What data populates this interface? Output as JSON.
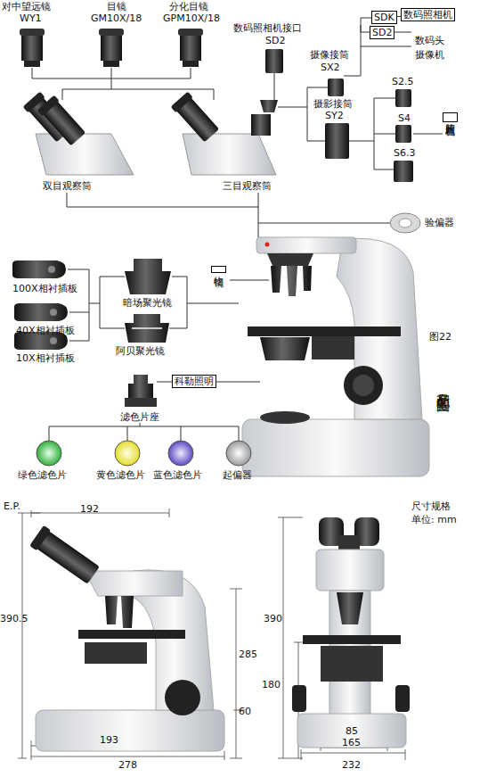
{
  "diagram": {
    "nodes": [
      {
        "text": [
          "SDK"
        ]
      },
      {
        "text": [
          "数码照相机"
        ]
      },
      {
        "text": [
          "SD2"
        ]
      },
      {
        "text": [
          "胶片照相机"
        ]
      },
      {
        "text": [
          "物镜"
        ]
      },
      {
        "text": [
          "科勒照明"
        ]
      }
    ],
    "edges": [
      {
        "from": 0,
        "to": 1,
        "arrow": "none"
      }
    ],
    "labels": [
      "对中望远镜",
      "WY1",
      "目镜",
      "GM10X/18",
      "分化目镜",
      "GPM10X/18",
      "数码照相机接口",
      "SD2",
      "数码头",
      "摄像接筒",
      "SX2",
      "摄像机",
      "摄影接筒",
      "SY2",
      "S2.5",
      "S4",
      "S6.3",
      "双目观察筒",
      "三目观察筒",
      "验偏器",
      "100X相衬插板",
      "40X相衬插板",
      "10X相衬插板",
      "暗场聚光镜",
      "阿贝聚光镜",
      "滤色片座",
      "绿色滤色片",
      "黄色滤色片",
      "蓝色滤色片",
      "起偏器",
      "图22",
      "产品配置图",
      "E.P.",
      "192",
      "390.5",
      "285",
      "60",
      "193",
      "278",
      "尺寸规格",
      "单位: mm",
      "390",
      "180",
      "85",
      "165",
      "232"
    ]
  }
}
